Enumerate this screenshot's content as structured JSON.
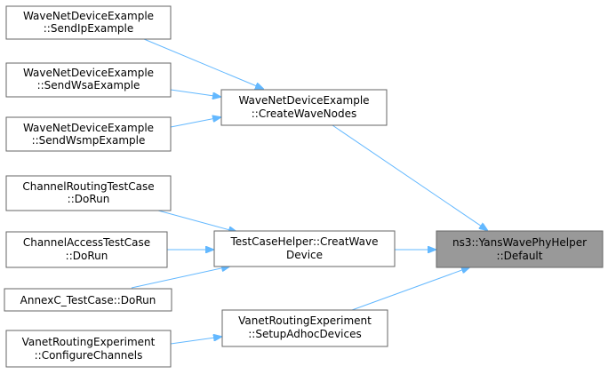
{
  "nodes": {
    "send_ip": {
      "line1": "WaveNetDeviceExample",
      "line2": "::SendIpExample"
    },
    "send_wsa": {
      "line1": "WaveNetDeviceExample",
      "line2": "::SendWsaExample"
    },
    "send_wsmp": {
      "line1": "WaveNetDeviceExample",
      "line2": "::SendWsmpExample"
    },
    "create_wave_nodes": {
      "line1": "WaveNetDeviceExample",
      "line2": "::CreateWaveNodes"
    },
    "channel_routing": {
      "line1": "ChannelRoutingTestCase",
      "line2": "::DoRun"
    },
    "channel_access": {
      "line1": "ChannelAccessTestCase",
      "line2": "::DoRun"
    },
    "annexc": {
      "line1": "AnnexC_TestCase::DoRun"
    },
    "creat_wave_device": {
      "line1": "TestCaseHelper::CreatWave",
      "line2": "Device"
    },
    "configure_channels": {
      "line1": "VanetRoutingExperiment",
      "line2": "::ConfigureChannels"
    },
    "setup_adhoc": {
      "line1": "VanetRoutingExperiment",
      "line2": "::SetupAdhocDevices"
    },
    "default": {
      "line1": "ns3::YansWavePhyHelper",
      "line2": "::Default"
    }
  },
  "colors": {
    "edge": "#63b8ff",
    "node_border": "#666666",
    "highlight_fill": "#999999"
  }
}
